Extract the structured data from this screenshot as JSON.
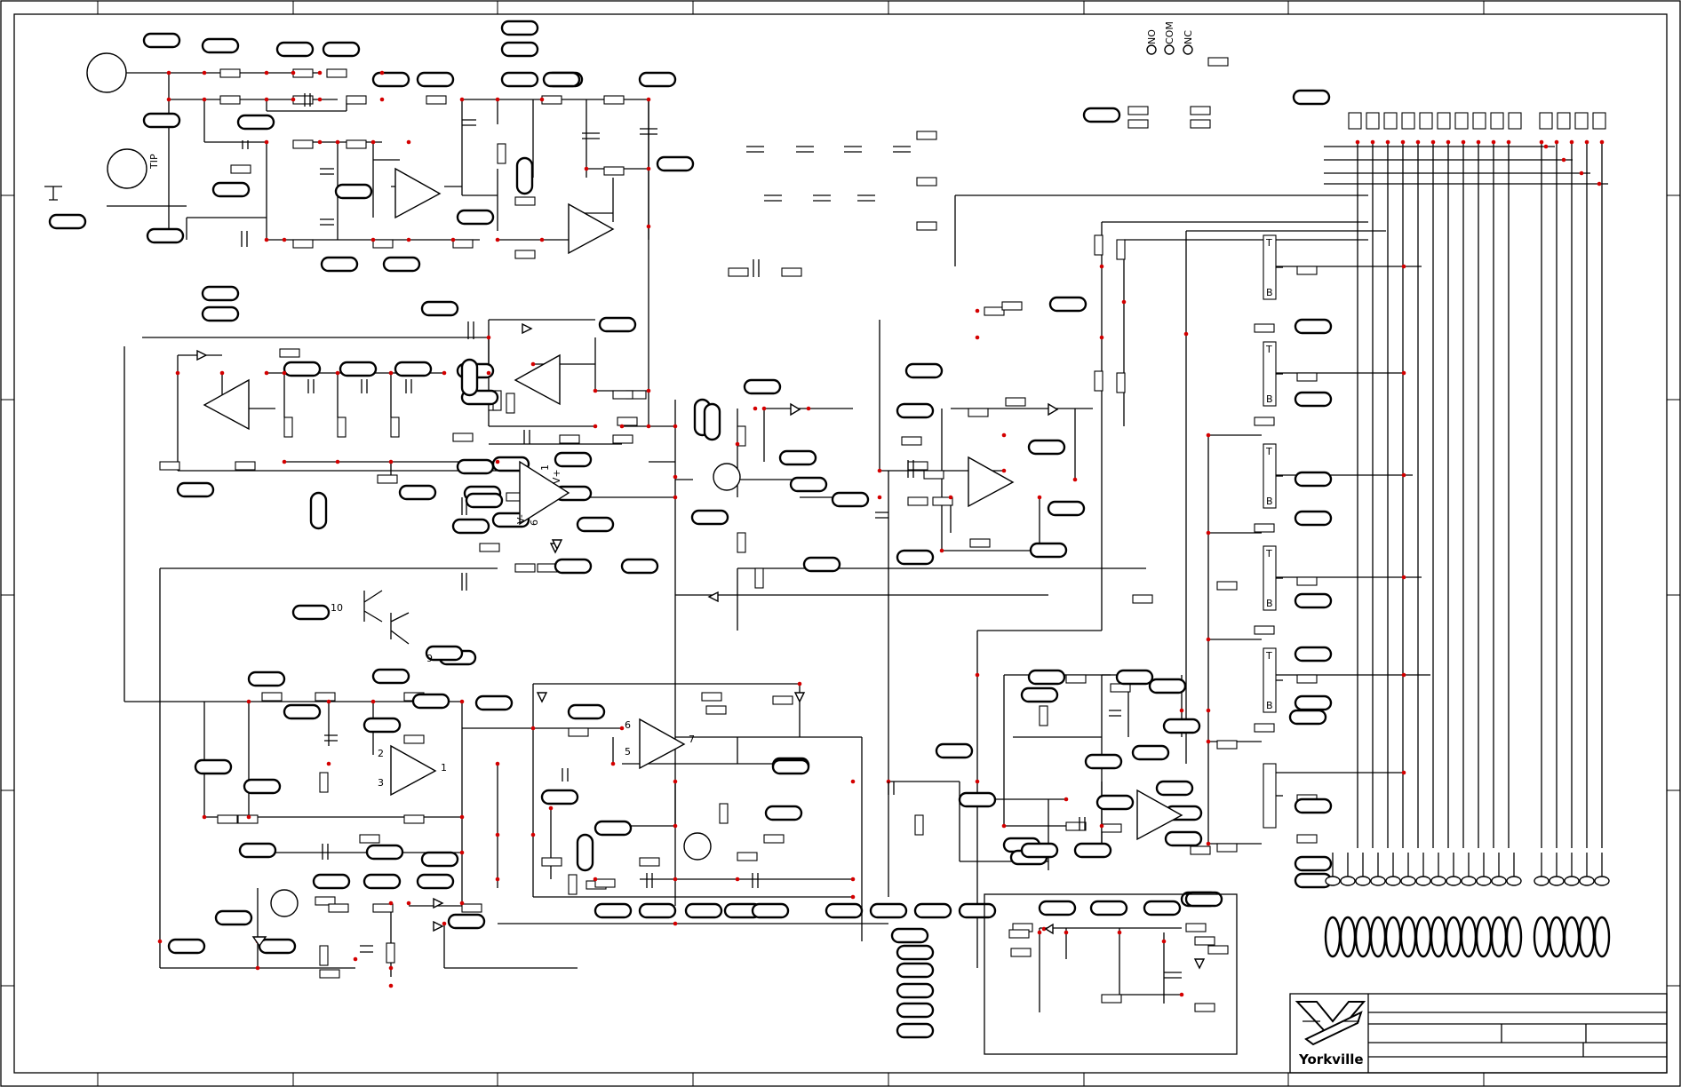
{
  "title_block": {
    "brand": "Yorkville",
    "logo_icon": "yorkville-y-logo"
  },
  "relay_contacts": {
    "no": "NO",
    "com": "COM",
    "nc": "NC"
  },
  "jack": {
    "tip": "TIP"
  },
  "opamp_pins": {
    "top": [
      "2",
      "3",
      "1"
    ],
    "mid": [
      "6",
      "5",
      "7"
    ]
  },
  "transistor_pins": [
    "10",
    "9"
  ],
  "ic_pins": {
    "vm": "V-",
    "vp": "V+",
    "p1": "1",
    "p6": "6"
  },
  "pot_marks": {
    "top": "T",
    "bottom": "B"
  },
  "colors": {
    "wire": "#000000",
    "junction": "#d40000",
    "background": "#ffffff"
  }
}
